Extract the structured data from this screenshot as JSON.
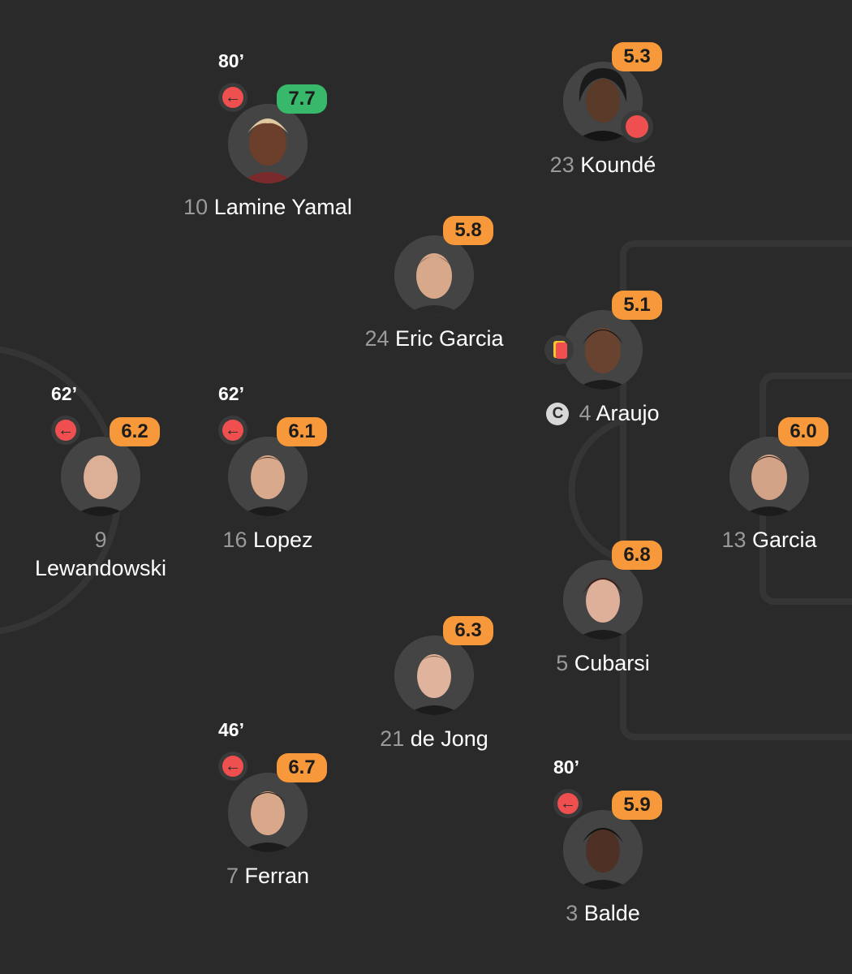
{
  "colors": {
    "background": "#2a2a2a",
    "rating_orange": "#f7983a",
    "rating_green": "#38b86a",
    "sub_red": "#ef4f4f",
    "number_grey": "#9a9a9a"
  },
  "players": {
    "yamal": {
      "number": "10",
      "name": "Lamine Yamal",
      "rating": "7.7",
      "sub_time": "80’",
      "sub_icon": "←"
    },
    "kounde": {
      "number": "23",
      "name": "Koundé",
      "rating": "5.3",
      "event_icon": "ball-icon"
    },
    "eric_garcia": {
      "number": "24",
      "name": "Eric Garcia",
      "rating": "5.8"
    },
    "araujo": {
      "number": "4",
      "name": "Araujo",
      "rating": "5.1",
      "captain_mark": "C",
      "event_icon": "card-icon"
    },
    "lewandowski": {
      "number": "9",
      "name": "Lewandowski",
      "rating": "6.2",
      "sub_time": "62’",
      "sub_icon": "←"
    },
    "lopez": {
      "number": "16",
      "name": "Lopez",
      "rating": "6.1",
      "sub_time": "62’",
      "sub_icon": "←"
    },
    "garcia": {
      "number": "13",
      "name": "Garcia",
      "rating": "6.0"
    },
    "cubarsi": {
      "number": "5",
      "name": "Cubarsi",
      "rating": "6.8"
    },
    "de_jong": {
      "number": "21",
      "name": "de Jong",
      "rating": "6.3"
    },
    "ferran": {
      "number": "7",
      "name": "Ferran",
      "rating": "6.7",
      "sub_time": "46’",
      "sub_icon": "←"
    },
    "balde": {
      "number": "3",
      "name": "Balde",
      "rating": "5.9",
      "sub_time": "80’",
      "sub_icon": "←"
    }
  }
}
